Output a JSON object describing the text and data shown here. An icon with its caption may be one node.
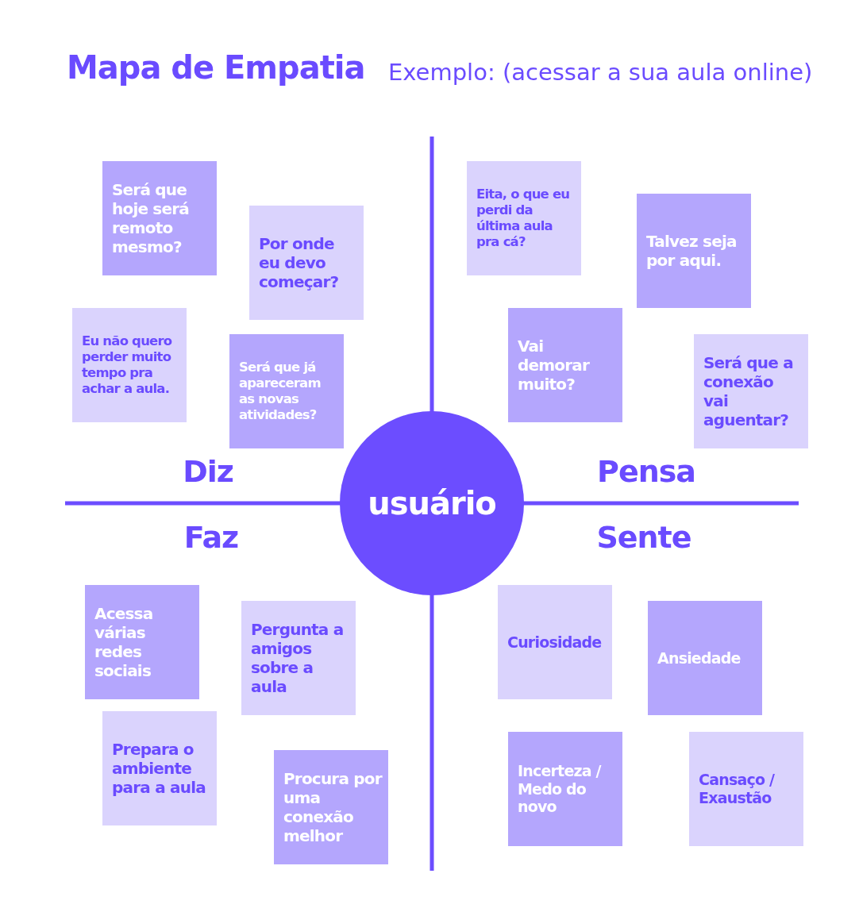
{
  "diagram": {
    "title": "Mapa de Empatia",
    "nodes": [
      {
        "text": [
          "Será que hoje será remoto mesmo?"
        ]
      },
      {
        "text": [
          "Por onde eu devo começar?"
        ]
      },
      {
        "text": [
          "Eu não quero perder muito tempo pra achar a aula."
        ]
      },
      {
        "text": [
          "Será que já apareceram as novas atividades?"
        ]
      },
      {
        "text": [
          "Eita, o que eu perdi da última aula pra cá?"
        ]
      },
      {
        "text": [
          "Talvez seja por aqui."
        ]
      },
      {
        "text": [
          "Vai demorar muito?"
        ]
      },
      {
        "text": [
          "Será que a conexão vai aguentar?"
        ]
      },
      {
        "text": [
          "usuário"
        ]
      },
      {
        "text": [
          "Acessa várias redes sociais"
        ]
      },
      {
        "text": [
          "Pergunta a amigos sobre a aula"
        ]
      },
      {
        "text": [
          "Prepara o ambiente para a aula"
        ]
      },
      {
        "text": [
          "Procura por uma conexão melhor"
        ]
      },
      {
        "text": [
          "Curiosidade"
        ]
      },
      {
        "text": [
          "Ansiedade"
        ]
      },
      {
        "text": [
          "Incerteza / Medo do novo"
        ]
      },
      {
        "text": [
          "Cansaço / Exaustão"
        ]
      }
    ],
    "labels": [
      "Exemplo: (acessar a sua aula online)",
      "Diz",
      "Pensa",
      "Faz",
      "Sente"
    ]
  }
}
